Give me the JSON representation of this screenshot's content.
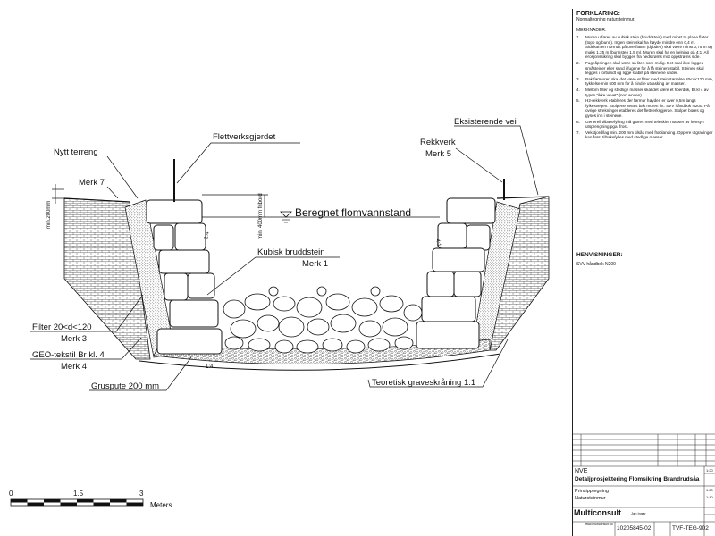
{
  "labels": {
    "nytt_terreng": "Nytt terreng",
    "flettverksgjerdet": "Flettverksgjerdet",
    "eksisterende_vei": "Eksisterende vei",
    "rekkverk_1": "Rekkverk",
    "rekkverk_2": "Merk 5",
    "merk7": "Merk 7",
    "min200": "min.200mm",
    "min400": "min. 400mm fribord",
    "flomvann": "Beregnet flomvannstand",
    "kubisk_1": "Kubisk bruddstein",
    "kubisk_2": "Merk 1",
    "filter_1": "Filter 20<d<120",
    "filter_2": "Merk 3",
    "geo_1": "GEO-tekstil Br kl. 4",
    "geo_2": "Merk 4",
    "gruspute": "Gruspute 200 mm",
    "teoretisk": "Teoretisk graveskråning 1:1",
    "slope_left": "1:4",
    "slope_right": "4:1",
    "slope_bottom": "1:4"
  },
  "scale": {
    "ticks": [
      "0",
      "1.5",
      "3"
    ],
    "unit": "Meters"
  },
  "panel": {
    "heading": "FORKLARING:",
    "subheading": "Normaltegning natursteinmur.",
    "merknader": "MERKNADER:",
    "notes": [
      {
        "n": "1.",
        "t": "Muren utføres av kubisk stein (bruddstein) med minst to plane flater (topp og bunn). Ingen stein skal ha høyde mindre enn 0,4 m. Sidekanten normalt på overflaten (dybden) skal være minst 0,75 m og maks 1,25 m (bunnsten 1,5 m). Muren skal ha en helning på 4:1. All erosjonssikring skal bygges fra nedstrøms mot oppstrøms side."
      },
      {
        "n": "2.",
        "t": "Fugeåpningen skal være så liten som mulig. Det skal ikke legges småsteiner eller sand i fugene for å få steinen stabil. Steinen skal legges i forbandt og ligge stabilt på steinene under."
      },
      {
        "n": "3.",
        "t": "Bak førmuren skal det være et filter med steinstørrelse 20<d<120 mm, tykkelse min 500 mm for å hindre utvasking av masser."
      },
      {
        "n": "4.",
        "t": "Mellom filter og stedlige masser skal det være et fiberduk, Br.kl 4 av typen \"ikke vevet\" (non woven)."
      },
      {
        "n": "5.",
        "t": "H2-rekkverk etableres der førmur høyden er over 0,5m langs fylkesvegen. Stolpene settes bak muren iht. SVV håndbok N200. På ovrige strekninger etableres det flettverksgjerde. Stolper bores og gyses inn i steinene."
      },
      {
        "n": "6.",
        "t": "Generell tilbakefylling må gjøres med teleskire masser av hensyn utsprengning pga. frost."
      },
      {
        "n": "7.",
        "t": "Vekstjord/lag min. 200 mm tilsås med frøblanding. Oppere utgravinger kan først tilbakefylles med stedlige masser."
      }
    ],
    "henvisninger": "HENVISNINGER:",
    "ref": "SVV håndbok N200"
  },
  "titleblock": {
    "client": "NVE",
    "project": "Detaljprosjektering Flomsikring Brandrudsåa",
    "desc1": "Prinsipptegning",
    "desc2": "Natursteinmur",
    "company": "Multiconsult",
    "site": "www.multiconsult.no",
    "oppdrag": "10205845-02",
    "tegning": "TVF-TEG-902",
    "scale1": "1:20",
    "scale2": "1:40",
    "scale3": "1:20",
    "sign": "Jan Ingar"
  }
}
